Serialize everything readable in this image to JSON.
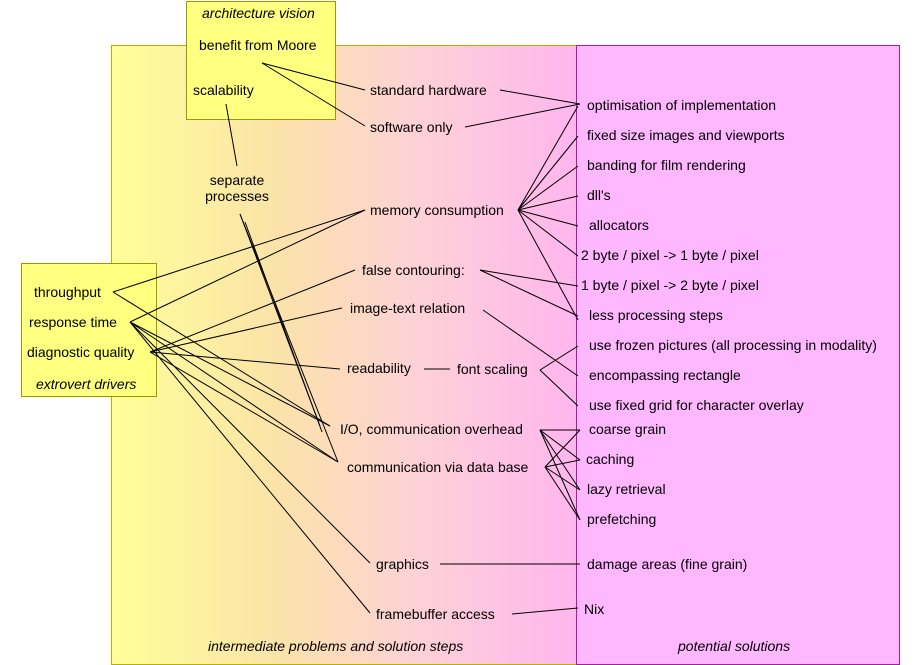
{
  "vision": {
    "title": "architecture vision",
    "moore": "benefit from Moore",
    "scalability": "scalability"
  },
  "separate": {
    "line1": "separate",
    "line2": "processes"
  },
  "drivers": {
    "throughput": "throughput",
    "response_time": "response time",
    "diagnostic_quality": "diagnostic quality",
    "caption": "extrovert drivers"
  },
  "middle": {
    "standard_hardware": "standard hardware",
    "software_only": "software only",
    "memory_consumption": "memory consumption",
    "false_contouring": "false contouring:",
    "image_text_relation": "image-text relation",
    "readability": "readability",
    "font_scaling": "font scaling",
    "io_overhead": "I/O, communication overhead",
    "comm_database": "communication via data base",
    "graphics": "graphics",
    "framebuffer": "framebuffer access",
    "caption": "intermediate problems and solution steps"
  },
  "solutions": {
    "optimisation": "optimisation of implementation",
    "fixed_size": "fixed size images and viewports",
    "banding": "banding for film rendering",
    "dlls": "dll's",
    "allocators": "allocators",
    "two_to_one": "2 byte / pixel -> 1 byte / pixel",
    "one_to_two": "1 byte / pixel -> 2 byte / pixel",
    "less_processing": "less processing steps",
    "frozen_pictures": "use frozen pictures (all processing in modality)",
    "encompassing": "encompassing rectangle",
    "fixed_grid": "use fixed grid for character overlay",
    "coarse_grain": "coarse grain",
    "caching": "caching",
    "lazy_retrieval": "lazy retrieval",
    "prefetching": "prefetching",
    "damage_areas": "damage areas (fine grain)",
    "nix": "Nix",
    "caption": "potential solutions"
  }
}
